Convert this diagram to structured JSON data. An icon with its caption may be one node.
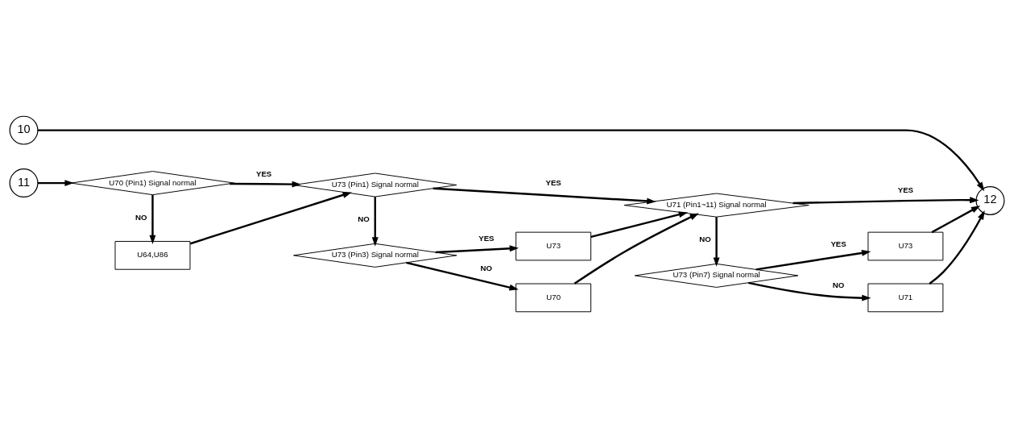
{
  "diagram": {
    "nodes": [
      {
        "text": [
          "10"
        ]
      },
      {
        "text": [
          "12"
        ]
      },
      {
        "text": [
          "11"
        ]
      },
      {
        "text": [
          "U70 (Pin1) Signal normal"
        ]
      },
      {
        "text": [
          "U64,U86"
        ]
      },
      {
        "text": [
          "U73 (Pin1) Signal normal"
        ]
      },
      {
        "text": [
          "U73 (Pin3) Signal normal"
        ]
      },
      {
        "text": [
          "U73"
        ]
      },
      {
        "text": [
          "U70"
        ]
      },
      {
        "text": [
          "U71 (Pin1~11) Signal normal"
        ]
      },
      {
        "text": [
          "U73 (Pin7) Signal normal"
        ]
      },
      {
        "text": [
          "U73"
        ]
      },
      {
        "text": [
          "U71"
        ]
      }
    ],
    "edges": [
      {
        "from": 0,
        "to": 1,
        "arrow": "to"
      },
      {
        "from": 2,
        "to": 3,
        "arrow": "to"
      },
      {
        "from": 3,
        "to": 5,
        "arrow": "to",
        "label": "YES"
      },
      {
        "from": 3,
        "to": 4,
        "arrow": "to",
        "label": "NO"
      },
      {
        "from": 4,
        "to": 5,
        "arrow": "to"
      },
      {
        "from": 5,
        "to": 9,
        "arrow": "to",
        "label": "YES"
      },
      {
        "from": 5,
        "to": 6,
        "arrow": "to",
        "label": "NO"
      },
      {
        "from": 6,
        "to": 7,
        "arrow": "to",
        "label": "YES"
      },
      {
        "from": 6,
        "to": 8,
        "arrow": "to",
        "label": "NO"
      },
      {
        "from": 7,
        "to": 9,
        "arrow": "to"
      },
      {
        "from": 8,
        "to": 9,
        "arrow": "to"
      },
      {
        "from": 9,
        "to": 1,
        "arrow": "to",
        "label": "YES"
      },
      {
        "from": 9,
        "to": 10,
        "arrow": "to",
        "label": "NO"
      },
      {
        "from": 10,
        "to": 11,
        "arrow": "to",
        "label": "YES"
      },
      {
        "from": 10,
        "to": 12,
        "arrow": "to",
        "label": "NO"
      },
      {
        "from": 11,
        "to": 1,
        "arrow": "to"
      },
      {
        "from": 12,
        "to": 1,
        "arrow": "to"
      }
    ]
  }
}
